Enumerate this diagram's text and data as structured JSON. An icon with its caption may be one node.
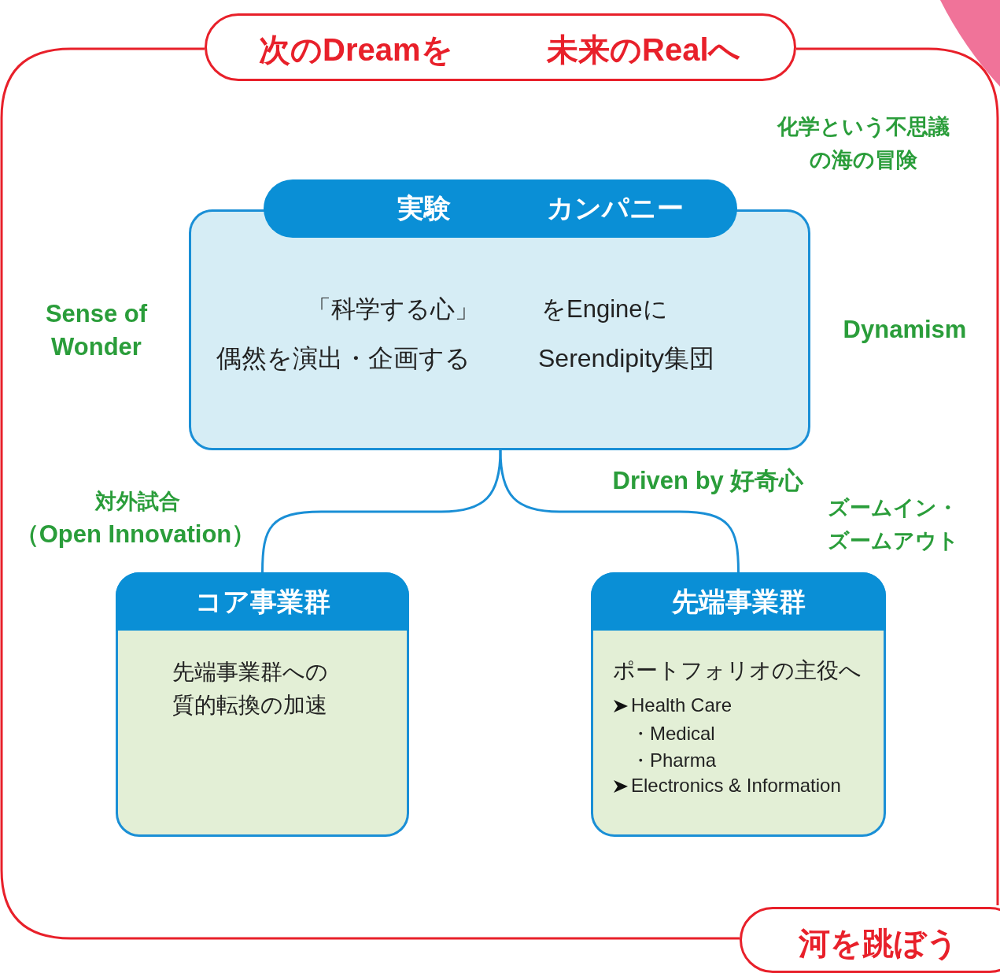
{
  "diagram": {
    "nodes": [
      {
        "text": [
          "次のDreamを",
          "未来のRealへ"
        ]
      },
      {
        "text": [
          "実験",
          "カンパニー",
          "「科学する心」",
          "をEngineに",
          "偶然を演出・企画する",
          "Serendipity集団"
        ]
      },
      {
        "text": [
          "コア事業群",
          "先端事業群への質的転換の加速"
        ]
      },
      {
        "text": [
          "先端事業群",
          "ポートフォリオの主役へ",
          "Health Care",
          "・Medical",
          "・Pharma",
          "Electronics & Information"
        ]
      },
      {
        "text": [
          "河を跳ぼう"
        ]
      }
    ],
    "edges": [
      {
        "from": 1,
        "to": 2,
        "arrow": "none"
      },
      {
        "from": 1,
        "to": 3,
        "arrow": "none"
      }
    ],
    "labels": [
      "化学という不思議の海の冒険",
      "Sense of Wonder",
      "Dynamism",
      "Driven by 好奇心",
      "対外試合",
      "（Open Innovation）",
      "ズームイン・ズームアウト"
    ]
  }
}
